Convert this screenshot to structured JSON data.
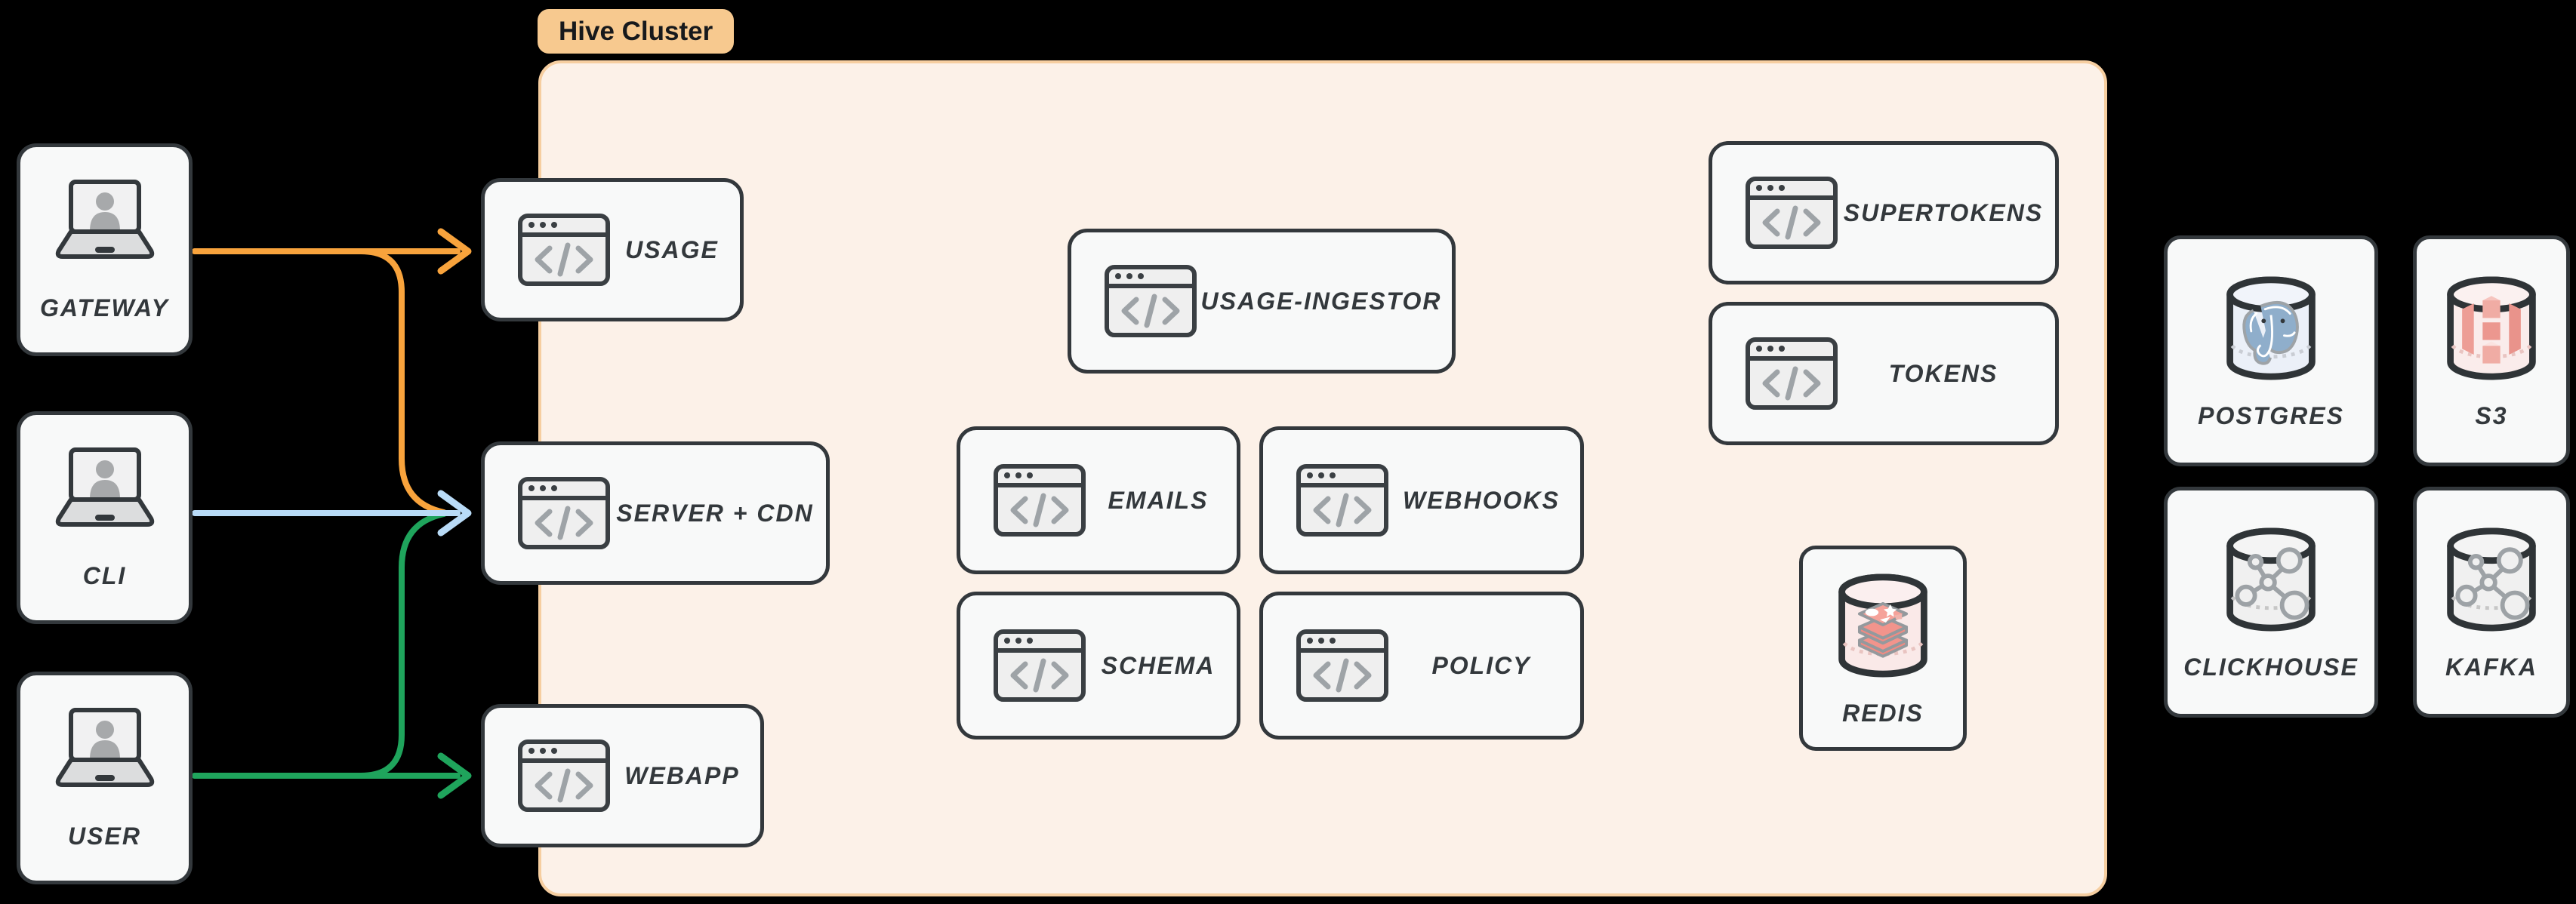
{
  "cluster": {
    "badge_label": "Hive Cluster",
    "services": {
      "usage": {
        "label": "USAGE"
      },
      "server_cdn": {
        "label": "SERVER + CDN"
      },
      "webapp": {
        "label": "WEBAPP"
      },
      "usage_ingestor": {
        "label": "USAGE-INGESTOR"
      },
      "emails": {
        "label": "EMAILS"
      },
      "webhooks": {
        "label": "WEBHOOKS"
      },
      "schema": {
        "label": "SCHEMA"
      },
      "policy": {
        "label": "POLICY"
      },
      "supertokens": {
        "label": "SUPERTOKENS"
      },
      "tokens": {
        "label": "TOKENS"
      }
    },
    "datastores": {
      "redis": {
        "label": "REDIS"
      }
    }
  },
  "clients": {
    "gateway": {
      "label": "GATEWAY"
    },
    "cli": {
      "label": "CLI"
    },
    "user": {
      "label": "USER"
    }
  },
  "external_datastores": {
    "postgres": {
      "label": "POSTGRES"
    },
    "s3": {
      "label": "S3"
    },
    "clickhouse": {
      "label": "CLICKHOUSE"
    },
    "kafka": {
      "label": "KAFKA"
    }
  },
  "edges": [
    {
      "from": "GATEWAY",
      "to": "USAGE",
      "color": "orange"
    },
    {
      "from": "GATEWAY",
      "to": "SERVER + CDN",
      "color": "orange"
    },
    {
      "from": "CLI",
      "to": "SERVER + CDN",
      "color": "blue"
    },
    {
      "from": "USER",
      "to": "SERVER + CDN",
      "color": "green"
    },
    {
      "from": "USER",
      "to": "WEBAPP",
      "color": "green"
    }
  ],
  "icons": {
    "client": "laptop-user-icon",
    "service": "code-window-icon",
    "redis": "redis-cylinder-icon",
    "postgres": "postgres-cylinder-icon",
    "s3": "s3-cylinder-icon",
    "clickhouse": "molecule-cylinder-icon",
    "kafka": "molecule-cylinder-icon"
  },
  "colors": {
    "edge_orange": "#F8A33C",
    "edge_blue": "#B9DBF7",
    "edge_green": "#1FA45C",
    "cluster_bg": "#FCF1E8",
    "cluster_border": "#F6CEA0",
    "badge_bg": "#F7C98F",
    "node_bg": "#F8F9F9",
    "node_border": "#33383C",
    "icon_gray": "#9EA3A7",
    "postgres_blue": "#8FAECB",
    "db_salmon": "#F2948C",
    "background": "#000000"
  }
}
